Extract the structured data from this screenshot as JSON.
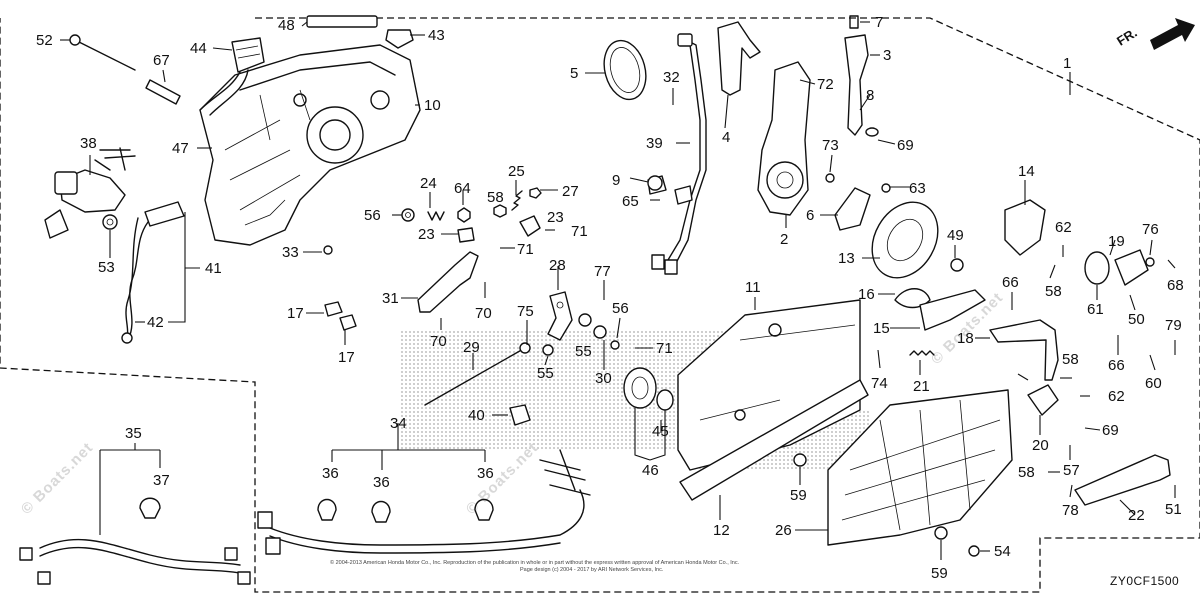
{
  "diagram": {
    "code": "ZY0CF1500",
    "copyright": "© 2004-2013 American Honda Motor Co., Inc. Reproduction of the publication in whole or in part without the express written approval of American Honda Motor Co., Inc.",
    "page_design": "Page design (c) 2004 - 2017 by ARI Network Services, Inc.",
    "direction_label": "FR.",
    "watermark": "© Boats.net",
    "callouts": [
      "1",
      "2",
      "3",
      "4",
      "5",
      "6",
      "7",
      "8",
      "9",
      "10",
      "11",
      "12",
      "13",
      "14",
      "15",
      "16",
      "17",
      "17",
      "18",
      "19",
      "20",
      "21",
      "22",
      "23",
      "23",
      "24",
      "25",
      "26",
      "27",
      "28",
      "29",
      "30",
      "31",
      "32",
      "33",
      "34",
      "35",
      "36",
      "36",
      "36",
      "37",
      "38",
      "39",
      "40",
      "41",
      "42",
      "43",
      "44",
      "45",
      "46",
      "47",
      "48",
      "49",
      "50",
      "51",
      "52",
      "53",
      "54",
      "55",
      "55",
      "56",
      "56",
      "57",
      "58",
      "58",
      "58",
      "58",
      "59",
      "59",
      "60",
      "61",
      "62",
      "62",
      "63",
      "64",
      "65",
      "66",
      "66",
      "67",
      "68",
      "69",
      "69",
      "70",
      "70",
      "71",
      "71",
      "71",
      "72",
      "73",
      "74",
      "75",
      "76",
      "77",
      "78",
      "79"
    ]
  }
}
